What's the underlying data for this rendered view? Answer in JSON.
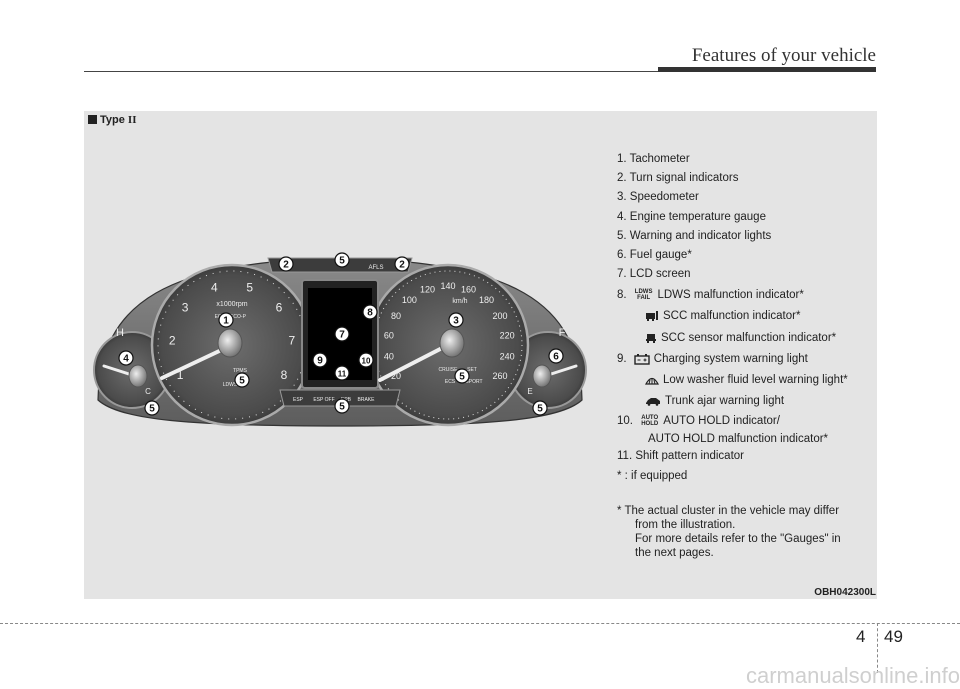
{
  "header": {
    "title": "Features of your vehicle"
  },
  "panel": {
    "type_label": "Type",
    "type_roman": "II",
    "code": "OBH042300L"
  },
  "legend": {
    "items": [
      "1. Tachometer",
      "2. Turn signal indicators",
      "3. Speedometer",
      "4. Engine temperature gauge",
      "5. Warning and indicator lights",
      "6. Fuel gauge*",
      "7. LCD screen"
    ],
    "item8_prefix": "8.",
    "item8_icon_text_top": "LDWS",
    "item8_icon_text_bottom": "FAIL",
    "item8_text": "LDWS malfunction indicator*",
    "item8_sub1": "SCC malfunction indicator*",
    "item8_sub2": "SCC sensor malfunction indicator*",
    "item9_prefix": "9.",
    "item9_text": "Charging system warning light",
    "item9_sub1": "Low washer fluid level warning light*",
    "item9_sub2": "Trunk ajar warning light",
    "item10_prefix": "10.",
    "item10_icon_text_top": "AUTO",
    "item10_icon_text_bottom": "HOLD",
    "item10_text": "AUTO HOLD indicator/",
    "item10_cont": "AUTO HOLD malfunction indicator*",
    "item11": "11. Shift pattern indicator",
    "footnote": "* : if equipped"
  },
  "note": {
    "line1": "* The actual cluster in the vehicle may differ",
    "line2": "from the illustration.",
    "line3": "For more details refer to the \"Gauges\" in",
    "line4": "the next pages."
  },
  "cluster": {
    "tach_ticks": [
      "1",
      "2",
      "3",
      "4",
      "5",
      "6",
      "7",
      "8"
    ],
    "tach_unit": "x1000rpm",
    "tach_labels": [
      "ECO",
      "ECO-P",
      "TPMS",
      "LDWS"
    ],
    "speed_ticks": [
      "20",
      "40",
      "60",
      "80",
      "100",
      "120",
      "140",
      "160",
      "180",
      "200",
      "220",
      "240",
      "260"
    ],
    "speed_unit": "km/h",
    "speed_labels": [
      "CRUISE",
      "SET",
      "ECS",
      "SPORT"
    ],
    "temp_labels": [
      "H",
      "C"
    ],
    "fuel_labels": [
      "F",
      "E"
    ],
    "top_bar_text": "AFLS",
    "bottom_bar_labels": [
      "ESP",
      "ESP OFF",
      "EPB",
      "BRAKE"
    ],
    "callouts": [
      "1",
      "2",
      "2",
      "3",
      "4",
      "5",
      "5",
      "5",
      "5",
      "5",
      "5",
      "6",
      "7",
      "8",
      "9",
      "10",
      "11"
    ]
  },
  "page": {
    "chapter": "4",
    "number": "49"
  },
  "watermark": "carmanualsonline.info"
}
